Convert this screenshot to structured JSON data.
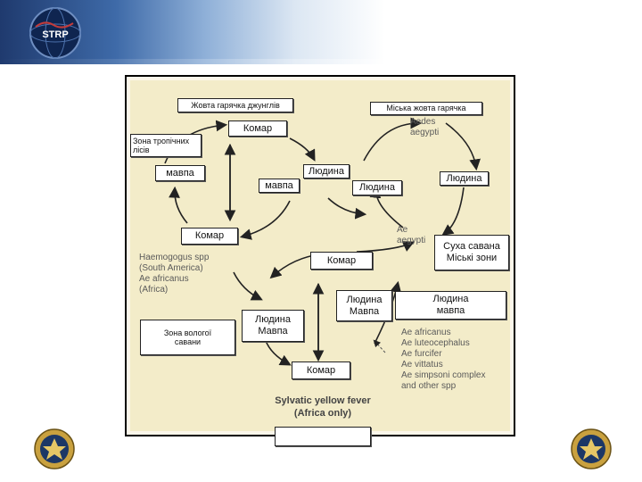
{
  "header": {
    "logo_text": "STRP"
  },
  "diagram": {
    "labels": {
      "jungle": "Жовта гарячка джунглів",
      "urban": "Міська жовта гарячка",
      "tropical_zone": "Зона тропічних лісів",
      "mosquito_top": "Комар",
      "monkey_left": "мавпа",
      "human_1": "Людина",
      "monkey_mid": "мавпа",
      "human_2": "Людина",
      "human_right": "Людина",
      "mosquito_mid": "Комар",
      "dry_savanna": "Суха савана\nМіські зони",
      "mosquito_center": "Комар",
      "human_monkey_center": "Людина\nМавпа",
      "human_monkey_right": "Людина\nмавпа",
      "humid_savanna": "Зона вологої\nсавани",
      "human_monkey_left": "Людина\nМавпа",
      "mosquito_bottom": "Комар",
      "empty_box": ""
    },
    "text": {
      "aedes_aegypti_top": "Aedes\naegypti",
      "ae_aegypti_mid": "Ae\naegypti",
      "haemogogus": "Haemogogus spp\n(South America)\nAe africanus\n(Africa)",
      "ae_species": "Ae africanus\nAe luteocephalus\nAe furcifer\nAe vittatus\nAe simpsoni complex\nand other spp",
      "sylvatic": "Sylvatic yellow fever\n(Africa only)"
    }
  },
  "colors": {
    "panel": "#f3ecc9",
    "arrow": "#222222",
    "accent": "#3e6aa8"
  },
  "icons": {
    "top_logo": "strp-globe-logo",
    "left_seal": "defense-seal-icon",
    "right_seal": "defense-seal-icon"
  }
}
